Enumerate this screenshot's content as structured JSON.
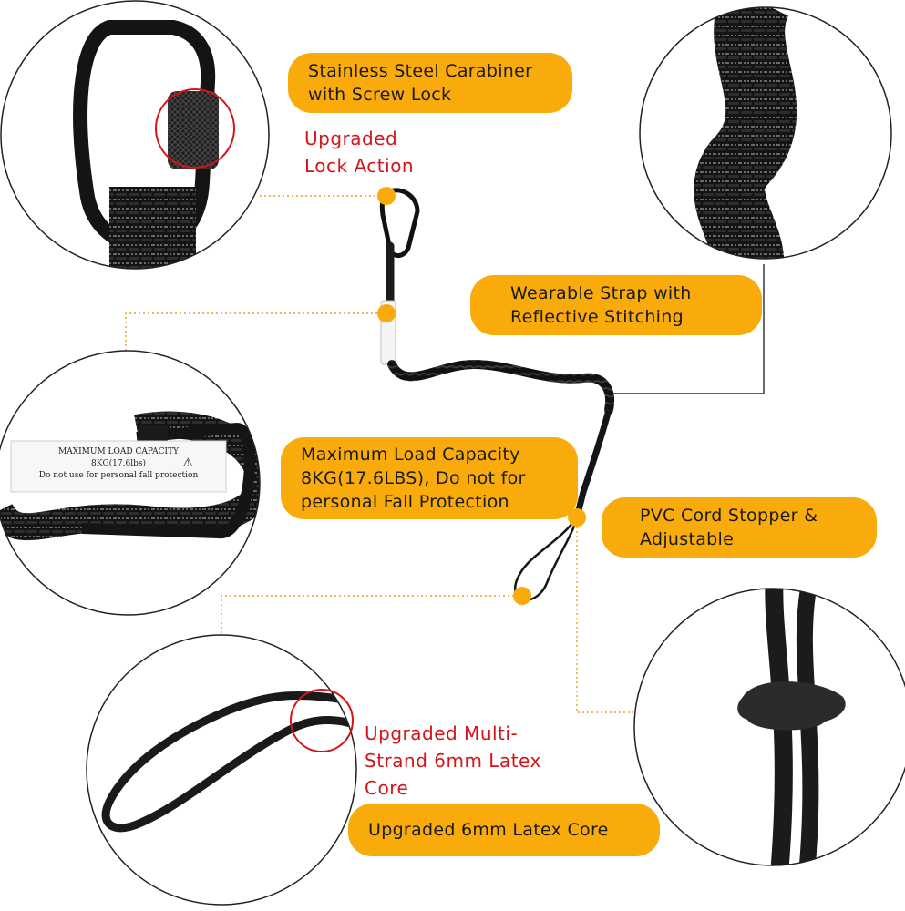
{
  "callouts": {
    "carabiner": {
      "line1": "Stainless Steel Carabiner",
      "line2": "with Screw Lock"
    },
    "lock_action": {
      "line1": "Upgraded",
      "line2": "Lock Action"
    },
    "strap": {
      "line1": "Wearable Strap with",
      "line2": "Reflective Stitching"
    },
    "load": {
      "line1": "Maximum Load Capacity",
      "line2": "8KG(17.6LBS), Do not for",
      "line3": "personal Fall Protection"
    },
    "stopper": {
      "line1": "PVC Cord Stopper &",
      "line2": "Adjustable"
    },
    "multi_strand": {
      "line1": "Upgraded Multi-",
      "line2": "Strand 6mm Latex",
      "line3": "Core"
    },
    "latex_core": {
      "line1": "Upgraded 6mm Latex Core"
    }
  },
  "label_tag": {
    "line1": "MAXIMUM LOAD CAPACITY",
    "line2": "8KG(17.6lbs)",
    "line3": "Do not use for personal fall protection",
    "warning": "⚠"
  },
  "colors": {
    "accent": "#f9ab0b",
    "highlight_red": "#d4141a",
    "strap": "#1c1c1c",
    "circle_border": "#222222"
  }
}
